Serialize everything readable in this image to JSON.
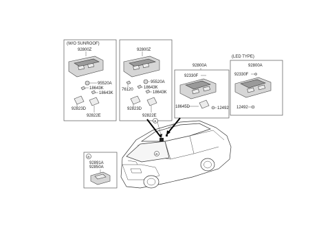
{
  "panel1": {
    "header": "(W/O SUNROOF)",
    "assy": "92800Z",
    "parts": [
      "95520A",
      "18643K",
      "18643K",
      "92823D",
      "92822E"
    ]
  },
  "panel2": {
    "assy": "92800Z",
    "parts": [
      "95520A",
      "76120",
      "18643K",
      "18643K",
      "92823D",
      "92822E"
    ]
  },
  "panel3": {
    "assy": "92800A",
    "parts": [
      "92330F",
      "18645D",
      "12492"
    ]
  },
  "panel4": {
    "header": "(LED TYPE)",
    "assy": "92800A",
    "parts": [
      "92330F",
      "12492"
    ]
  },
  "panel5": {
    "callout": "a",
    "parts": [
      "92891A",
      "92850A"
    ]
  },
  "car_callouts": [
    "a",
    "a"
  ]
}
